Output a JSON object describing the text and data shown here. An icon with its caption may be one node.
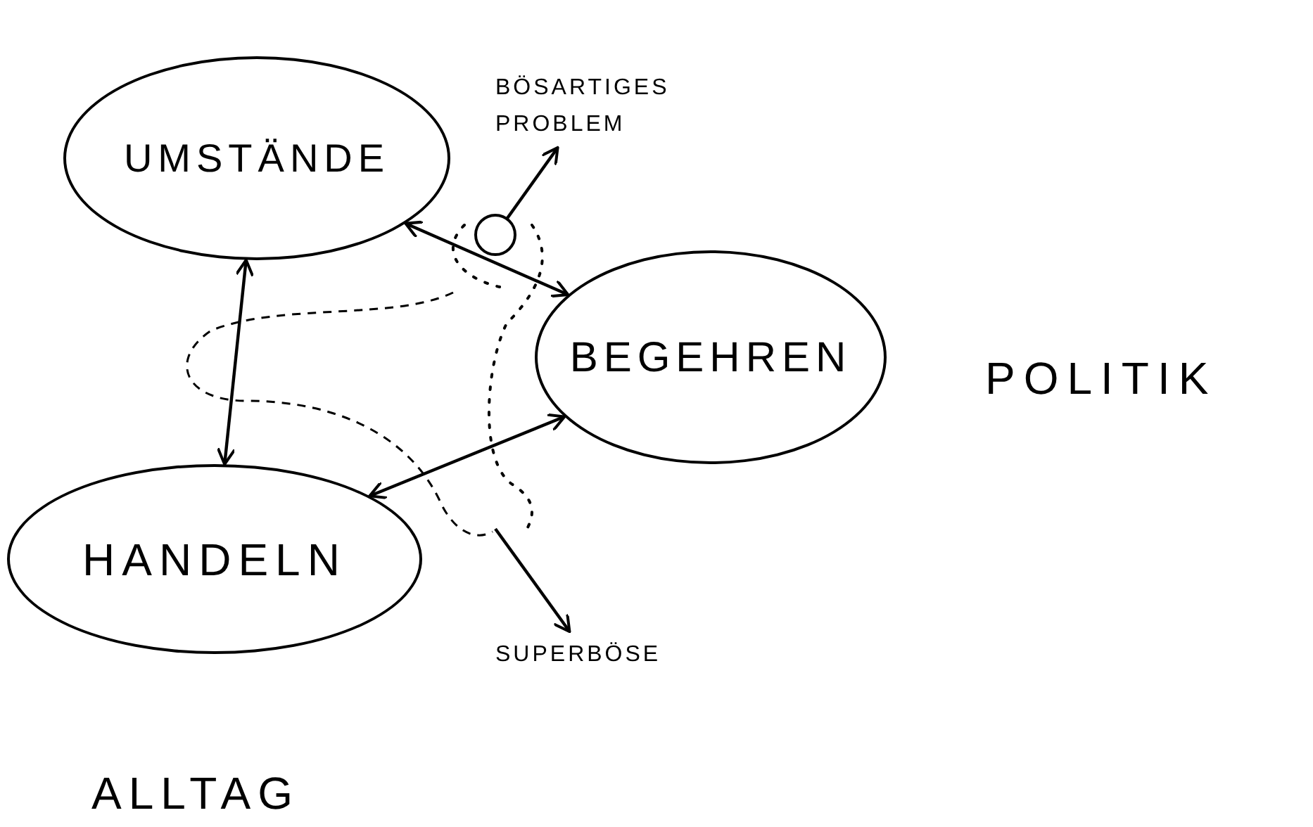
{
  "diagram": {
    "nodes": [
      {
        "text": [
          "UMSTÄNDE"
        ]
      },
      {
        "text": [
          "BEGEHREN"
        ]
      },
      {
        "text": [
          "HANDELN"
        ]
      },
      {
        "text": [
          "BÖSARTIGES PROBLEM"
        ]
      },
      {
        "text": [],
        "shape": "circle"
      },
      {
        "text": [
          "SUPERBÖSE"
        ]
      }
    ],
    "edges": [
      {
        "from": 0,
        "to": 2,
        "arrow": "both"
      },
      {
        "from": 0,
        "to": 1,
        "arrow": "both"
      },
      {
        "from": 2,
        "to": 1,
        "arrow": "both"
      },
      {
        "from": 4,
        "to": 3,
        "arrow": "to"
      },
      {
        "from": null,
        "to": 5,
        "arrow": "to"
      }
    ],
    "labels": [
      "POLITIK",
      "ALLTAG"
    ]
  }
}
